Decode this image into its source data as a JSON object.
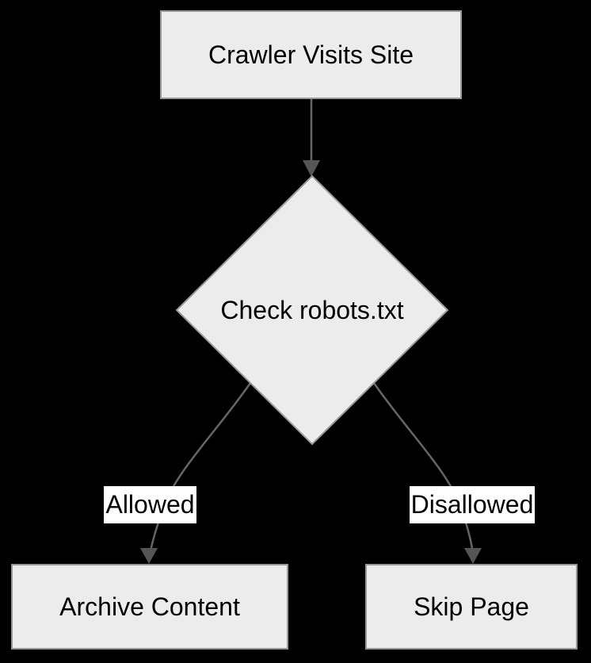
{
  "diagram": {
    "type": "flowchart",
    "direction": "top-down",
    "nodes": [
      {
        "id": "crawler",
        "shape": "rectangle",
        "label": "Crawler Visits Site"
      },
      {
        "id": "check",
        "shape": "diamond",
        "label": "Check robots.txt"
      },
      {
        "id": "archive",
        "shape": "rectangle",
        "label": "Archive Content"
      },
      {
        "id": "skip",
        "shape": "rectangle",
        "label": "Skip Page"
      }
    ],
    "edges": [
      {
        "from": "crawler",
        "to": "check",
        "label": ""
      },
      {
        "from": "check",
        "to": "archive",
        "label": "Allowed"
      },
      {
        "from": "check",
        "to": "skip",
        "label": "Disallowed"
      }
    ],
    "colors": {
      "background": "#000000",
      "node_fill": "#ececec",
      "node_border": "#999999",
      "edge_line": "#666666",
      "arrowhead": "#555555",
      "edge_label_background": "#ffffff",
      "text": "#000000"
    }
  }
}
